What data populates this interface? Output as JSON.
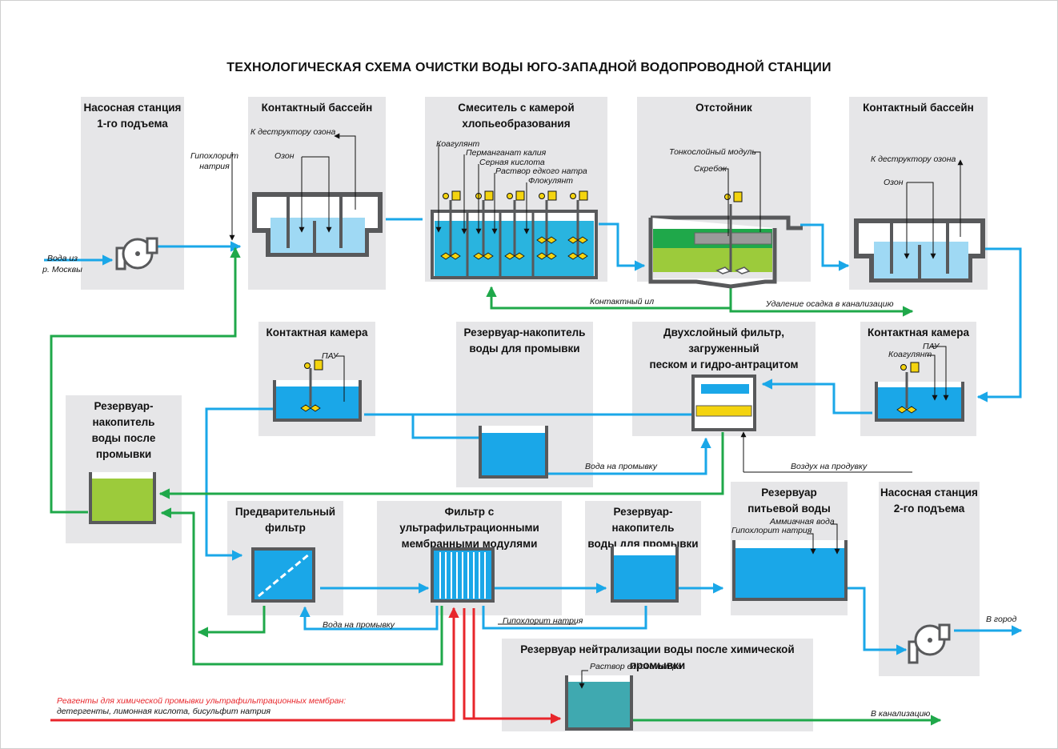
{
  "title": "ТЕХНОЛОГИЧЕСКАЯ СХЕМА ОЧИСТКИ ВОДЫ ЮГО-ЗАПАДНОЙ ВОДОПРОВОДНОЙ СТАНЦИИ",
  "panels": {
    "pump1": "Насосная станция\n1-го подъема",
    "contact_pool_1": "Контактный бассейн",
    "mixer": "Смеситель с камерой\nхлопьеобразования",
    "settler": "Отстойник",
    "contact_pool_2": "Контактный бассейн",
    "contact_chamber_1": "Контактная камера",
    "wash_tank_1": "Резервуар-накопитель\nводы для промывки",
    "dual_filter": "Двухслойный фильтр, загруженный\nпеском и гидро-антрацитом",
    "contact_chamber_2": "Контактная камера",
    "after_wash_tank": "Резервуар-накопитель\nводы после промывки",
    "prefilter": "Предварительный\nфильтр",
    "uf_filter": "Фильтр с ультрафильтрационными\nмембранными модулями",
    "wash_tank_2": "Резервуар-накопитель\nводы для промывки",
    "drinking_tank": "Резервуар\nпитьевой воды",
    "pump2": "Насосная станция\n2-го подъема",
    "neutral_tank": "Резервуар нейтрализации воды после химической промывки"
  },
  "labels": {
    "water_from_1": "Вода из",
    "water_from_2": "р. Москвы",
    "hypo_1": "Гипохлорит",
    "hypo_2": "натрия",
    "to_destructor": "К деструктору озона",
    "ozone": "Озон",
    "coagulant": "Коагулянт",
    "permanganate": "Перманганат калия",
    "sulfuric": "Серная кислота",
    "naoh": "Раствор едкого натра",
    "flocculant": "Флокулянт",
    "lamella": "Тонкослойный модуль",
    "scraper": "Скребок",
    "contact_sludge": "Контактный ил",
    "sludge_removal": "Удаление осадка в канализацию",
    "pau": "ПАУ",
    "coagulant_2": "Коагулянт",
    "wash_water": "Вода на промывку",
    "air_blow": "Воздух на продувку",
    "ammonia": "Аммиачная вода",
    "hypo_full": "Гипохлорит натрия",
    "to_city": "В город",
    "wash_water_2": "Вода на промывку",
    "hypo_full_2": "Гипохлорит натрия",
    "naoh_2": "Раствор едкого натра",
    "to_sewer": "В канализацию",
    "reagents_1": "Реагенты для химической промывки ультрафильтрационных мембран:",
    "reagents_2": "детергенты, лимонная кислота, бисульфит натрия"
  },
  "colors": {
    "water_line": "#1aa7e8",
    "sludge_line": "#1fa84a",
    "reagent_line": "#e8262b",
    "water_fill": "#1aa7e8",
    "light_water": "#9fd9f4",
    "sludge_fill": "#9ccb3b",
    "tank_wall": "#58595b",
    "panel_bg": "#e6e6e8",
    "dosing_yellow": "#f4d40f",
    "neutral_fill": "#3fa9b0"
  }
}
